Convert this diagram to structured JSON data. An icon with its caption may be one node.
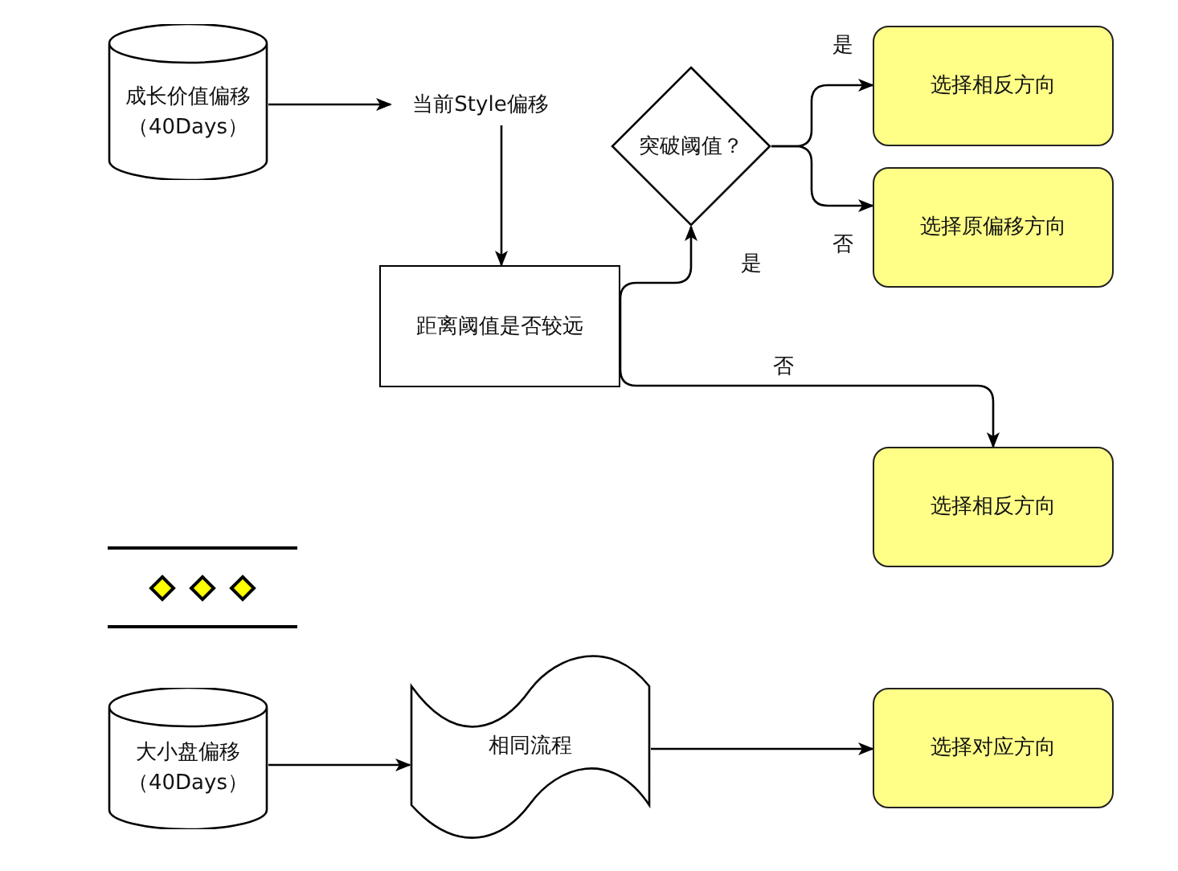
{
  "diagram": {
    "nodes": [
      {
        "text": [
          "成长价值偏移（40Days）"
        ]
      },
      {
        "text": [
          "当前Style偏移"
        ]
      },
      {
        "text": [
          "距离阈值是否较远"
        ]
      },
      {
        "text": [
          "突破阈值？"
        ]
      },
      {
        "text": [
          "选择相反方向"
        ]
      },
      {
        "text": [
          "选择原偏移方向"
        ]
      },
      {
        "text": [
          "选择相反方向"
        ]
      },
      {
        "text": [
          "大小盘偏移（40Days）"
        ]
      },
      {
        "text": [
          "相同流程"
        ]
      },
      {
        "text": [
          "选择对应方向"
        ]
      }
    ],
    "edges": [
      {
        "from": 0,
        "to": 1,
        "arrow": "to"
      },
      {
        "from": 1,
        "to": 2,
        "arrow": "to"
      },
      {
        "from": 2,
        "to": 3,
        "arrow": "to",
        "label": "是"
      },
      {
        "from": 3,
        "to": 4,
        "arrow": "to",
        "label": "是"
      },
      {
        "from": 3,
        "to": 5,
        "arrow": "to",
        "label": "否"
      },
      {
        "from": 2,
        "to": 6,
        "arrow": "to",
        "label": "否"
      },
      {
        "from": 7,
        "to": 8,
        "arrow": "to"
      },
      {
        "from": 8,
        "to": 9,
        "arrow": "to"
      }
    ]
  }
}
